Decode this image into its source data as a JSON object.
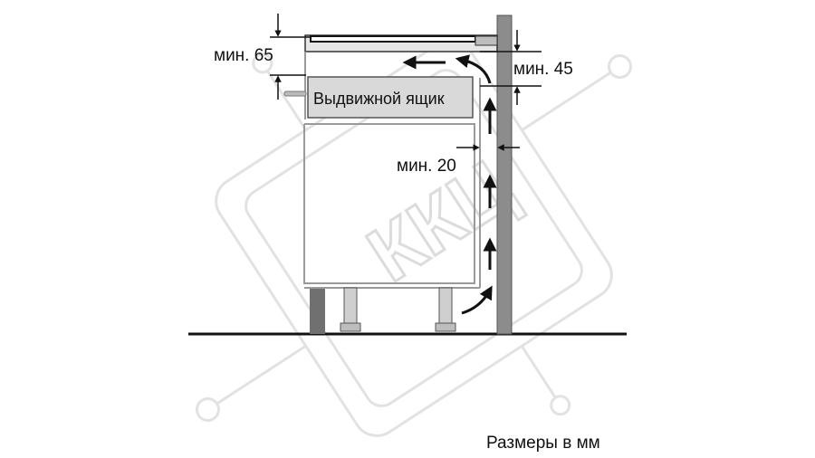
{
  "labels": {
    "min_65": "мин. 65",
    "min_45": "мин. 45",
    "min_20": "мин. 20",
    "drawer": "Выдвижной ящик",
    "units_note": "Размеры в мм"
  },
  "watermark": {
    "text": "ККЦ",
    "color": "#e2e2e2"
  },
  "colors": {
    "line": "#111111",
    "wall": "#8c8c8c",
    "drawer_fill": "#d9d9d9",
    "hob_fill": "#e6e6e6",
    "cabinet_line": "#9a9a9a",
    "leg_fill": "#cfcfcf"
  }
}
